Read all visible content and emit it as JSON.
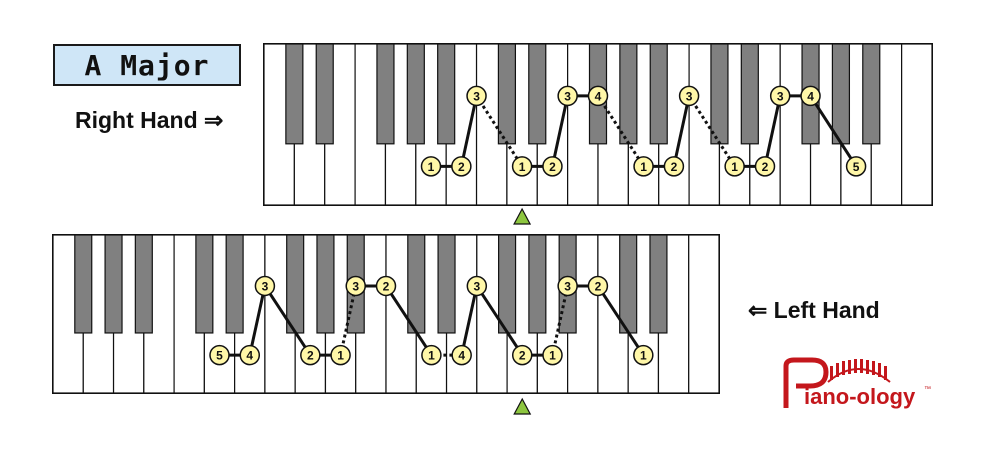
{
  "title": "A Major",
  "right_hand": {
    "label": "Right Hand ⇒",
    "white_key_count": 22,
    "black_key_pattern": "starts-CDE",
    "fingering": [
      {
        "white_index": 5,
        "finger": "1",
        "black": false
      },
      {
        "white_index": 6,
        "finger": "2",
        "black": false
      },
      {
        "after_white": 7,
        "finger": "3",
        "black": true
      },
      {
        "white_index": 8,
        "finger": "1",
        "black": false,
        "dotted_from_prev": true
      },
      {
        "white_index": 9,
        "finger": "2",
        "black": false
      },
      {
        "after_white": 10,
        "finger": "3",
        "black": true
      },
      {
        "after_white": 11,
        "finger": "4",
        "black": true
      },
      {
        "white_index": 12,
        "finger": "1",
        "black": false,
        "dotted_from_prev": true
      },
      {
        "white_index": 13,
        "finger": "2",
        "black": false
      },
      {
        "after_white": 14,
        "finger": "3",
        "black": true
      },
      {
        "white_index": 15,
        "finger": "1",
        "black": false,
        "dotted_from_prev": true
      },
      {
        "white_index": 16,
        "finger": "2",
        "black": false
      },
      {
        "after_white": 17,
        "finger": "3",
        "black": true
      },
      {
        "after_white": 18,
        "finger": "4",
        "black": true
      },
      {
        "white_index": 19,
        "finger": "5",
        "black": false
      }
    ],
    "marker_white_index": 8,
    "marker_color": "#8dc63f"
  },
  "left_hand": {
    "label": "⇐ Left Hand",
    "white_key_count": 22,
    "black_key_pattern": "starts-FGAB",
    "fingering": [
      {
        "white_index": 5,
        "finger": "5",
        "black": false
      },
      {
        "white_index": 6,
        "finger": "4",
        "black": false
      },
      {
        "after_white": 7,
        "finger": "3",
        "black": true
      },
      {
        "white_index": 8,
        "finger": "2",
        "black": false
      },
      {
        "white_index": 9,
        "finger": "1",
        "black": false
      },
      {
        "after_white": 10,
        "finger": "3",
        "black": true,
        "dotted_from_prev": true
      },
      {
        "after_white": 11,
        "finger": "2",
        "black": true
      },
      {
        "white_index": 12,
        "finger": "1",
        "black": false
      },
      {
        "white_index": 13,
        "finger": "4",
        "black": false,
        "dotted_from_prev": true
      },
      {
        "after_white": 14,
        "finger": "3",
        "black": true
      },
      {
        "white_index": 15,
        "finger": "2",
        "black": false
      },
      {
        "white_index": 16,
        "finger": "1",
        "black": false
      },
      {
        "after_white": 17,
        "finger": "3",
        "black": true,
        "dotted_from_prev": true
      },
      {
        "after_white": 18,
        "finger": "2",
        "black": true
      },
      {
        "white_index": 19,
        "finger": "1",
        "black": false
      }
    ],
    "marker_white_index": 15,
    "marker_color": "#8dc63f"
  },
  "colors": {
    "title_bg": "#cfe6f7",
    "black_key": "#808080",
    "finger_circle": "#fff7a8",
    "logo_red": "#c4171c"
  },
  "logo": {
    "text": "iano-ology",
    "tm": "™"
  }
}
